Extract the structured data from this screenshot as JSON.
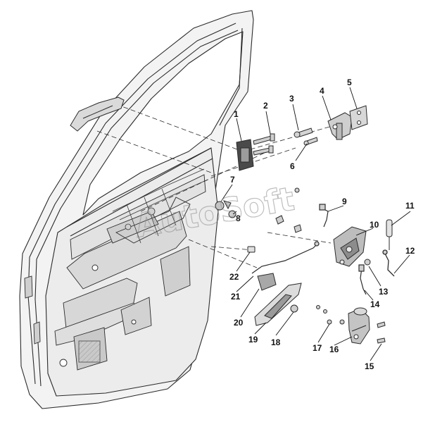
{
  "watermark": "AutoSoft",
  "callouts": [
    "1",
    "2",
    "3",
    "4",
    "5",
    "6",
    "7",
    "8",
    "9",
    "10",
    "11",
    "12",
    "13",
    "14",
    "15",
    "16",
    "17",
    "18",
    "19",
    "20",
    "21",
    "22"
  ],
  "colors": {
    "line": "#2b2b2b",
    "part_fill": "#d4d4d4",
    "panel_fill": "#f0f0f0",
    "background": "#ffffff"
  }
}
